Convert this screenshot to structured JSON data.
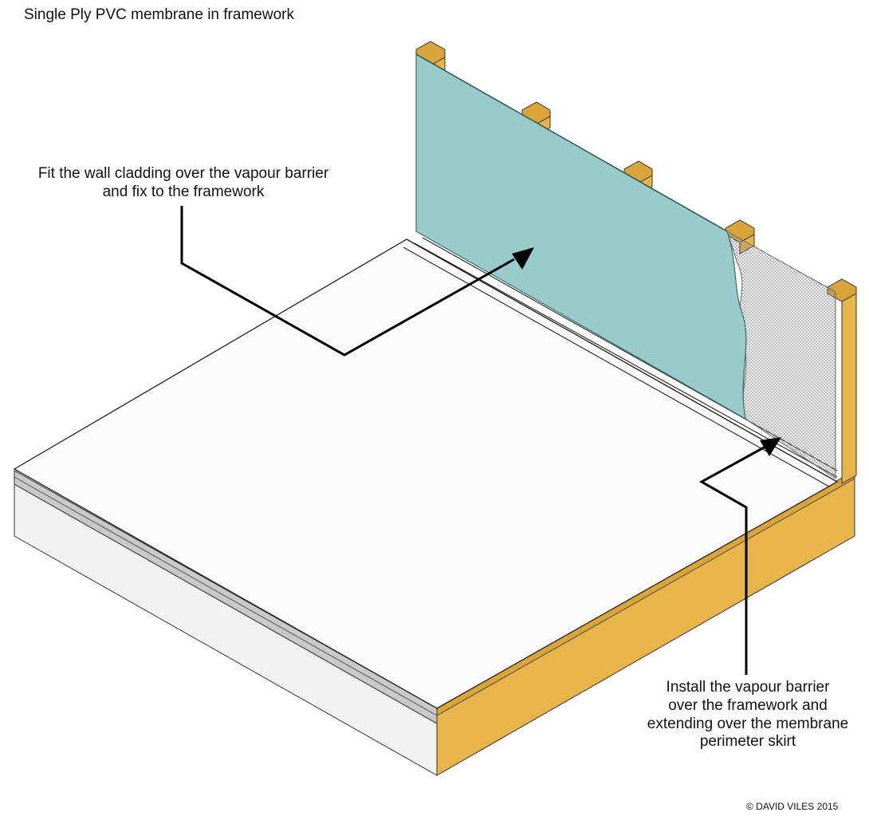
{
  "title": "Single Ply PVC membrane in framework",
  "callouts": {
    "wall_cladding": [
      "Fit the wall cladding over the vapour barrier",
      "and fix to the framework"
    ],
    "vapour_barrier": [
      "Install the vapour barrier",
      "over the framework and",
      "extending over the membrane",
      "perimeter skirt"
    ]
  },
  "credit": "© DAVID VILES 2015",
  "colors": {
    "timber": "#E8B54A",
    "timber_end": "#D9A53A",
    "cladding": "#9ACBCB",
    "deck": "#FAFAFA",
    "slab_side": "#F2F2F2",
    "membrane_edge": "#C9C9C9",
    "mesh": "#8A8A8A",
    "leader": "#000000"
  },
  "icons": [
    "arrow-head-icon"
  ]
}
